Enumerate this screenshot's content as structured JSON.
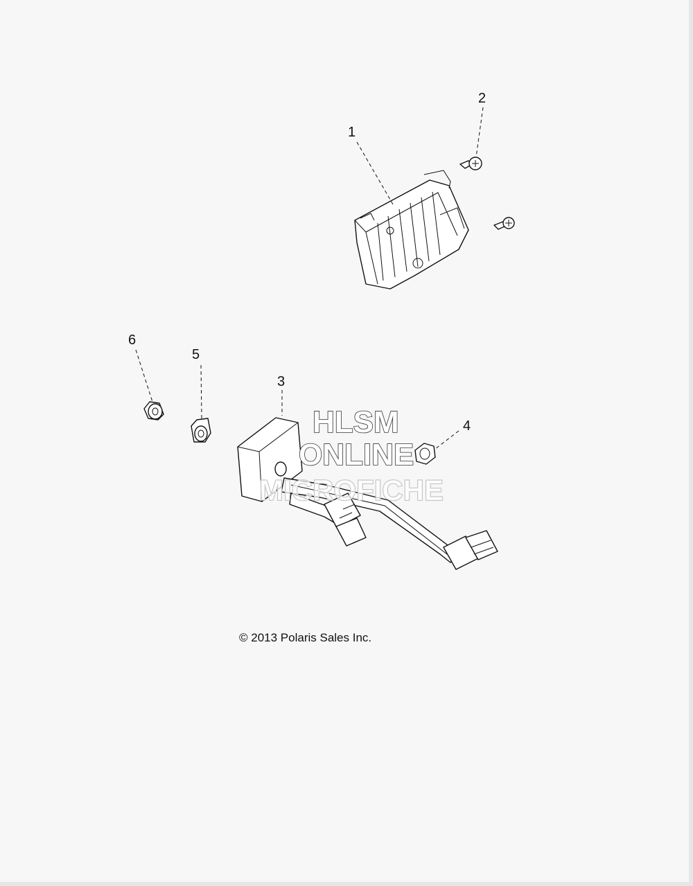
{
  "callouts": [
    {
      "number": "1",
      "part": "regulator"
    },
    {
      "number": "2",
      "part": "screw"
    },
    {
      "number": "3",
      "part": "module-harness"
    },
    {
      "number": "4",
      "part": "nut"
    },
    {
      "number": "5",
      "part": "spacer"
    },
    {
      "number": "6",
      "part": "grommet"
    }
  ],
  "watermark": {
    "line1": "HLSM",
    "line2": "ONLINE",
    "line3": "MICROFICHE",
    "color_dark": "#333333",
    "color_light": "#bbbbbb"
  },
  "copyright": "© 2013 Polaris Sales Inc."
}
